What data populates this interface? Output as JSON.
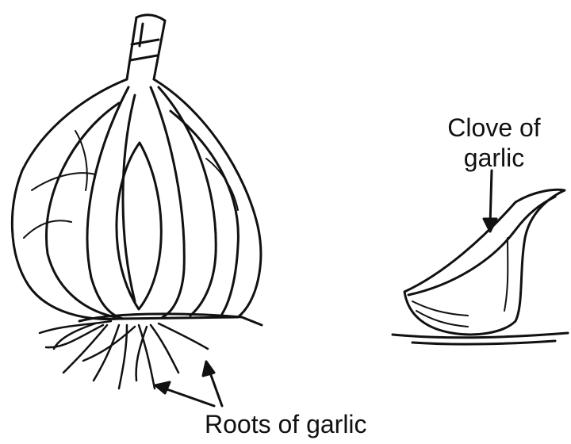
{
  "labels": {
    "clove_line1": "Clove of",
    "clove_line2": "garlic",
    "roots": "Roots of garlic"
  },
  "colors": {
    "ink": "#111111",
    "background": "#ffffff"
  }
}
